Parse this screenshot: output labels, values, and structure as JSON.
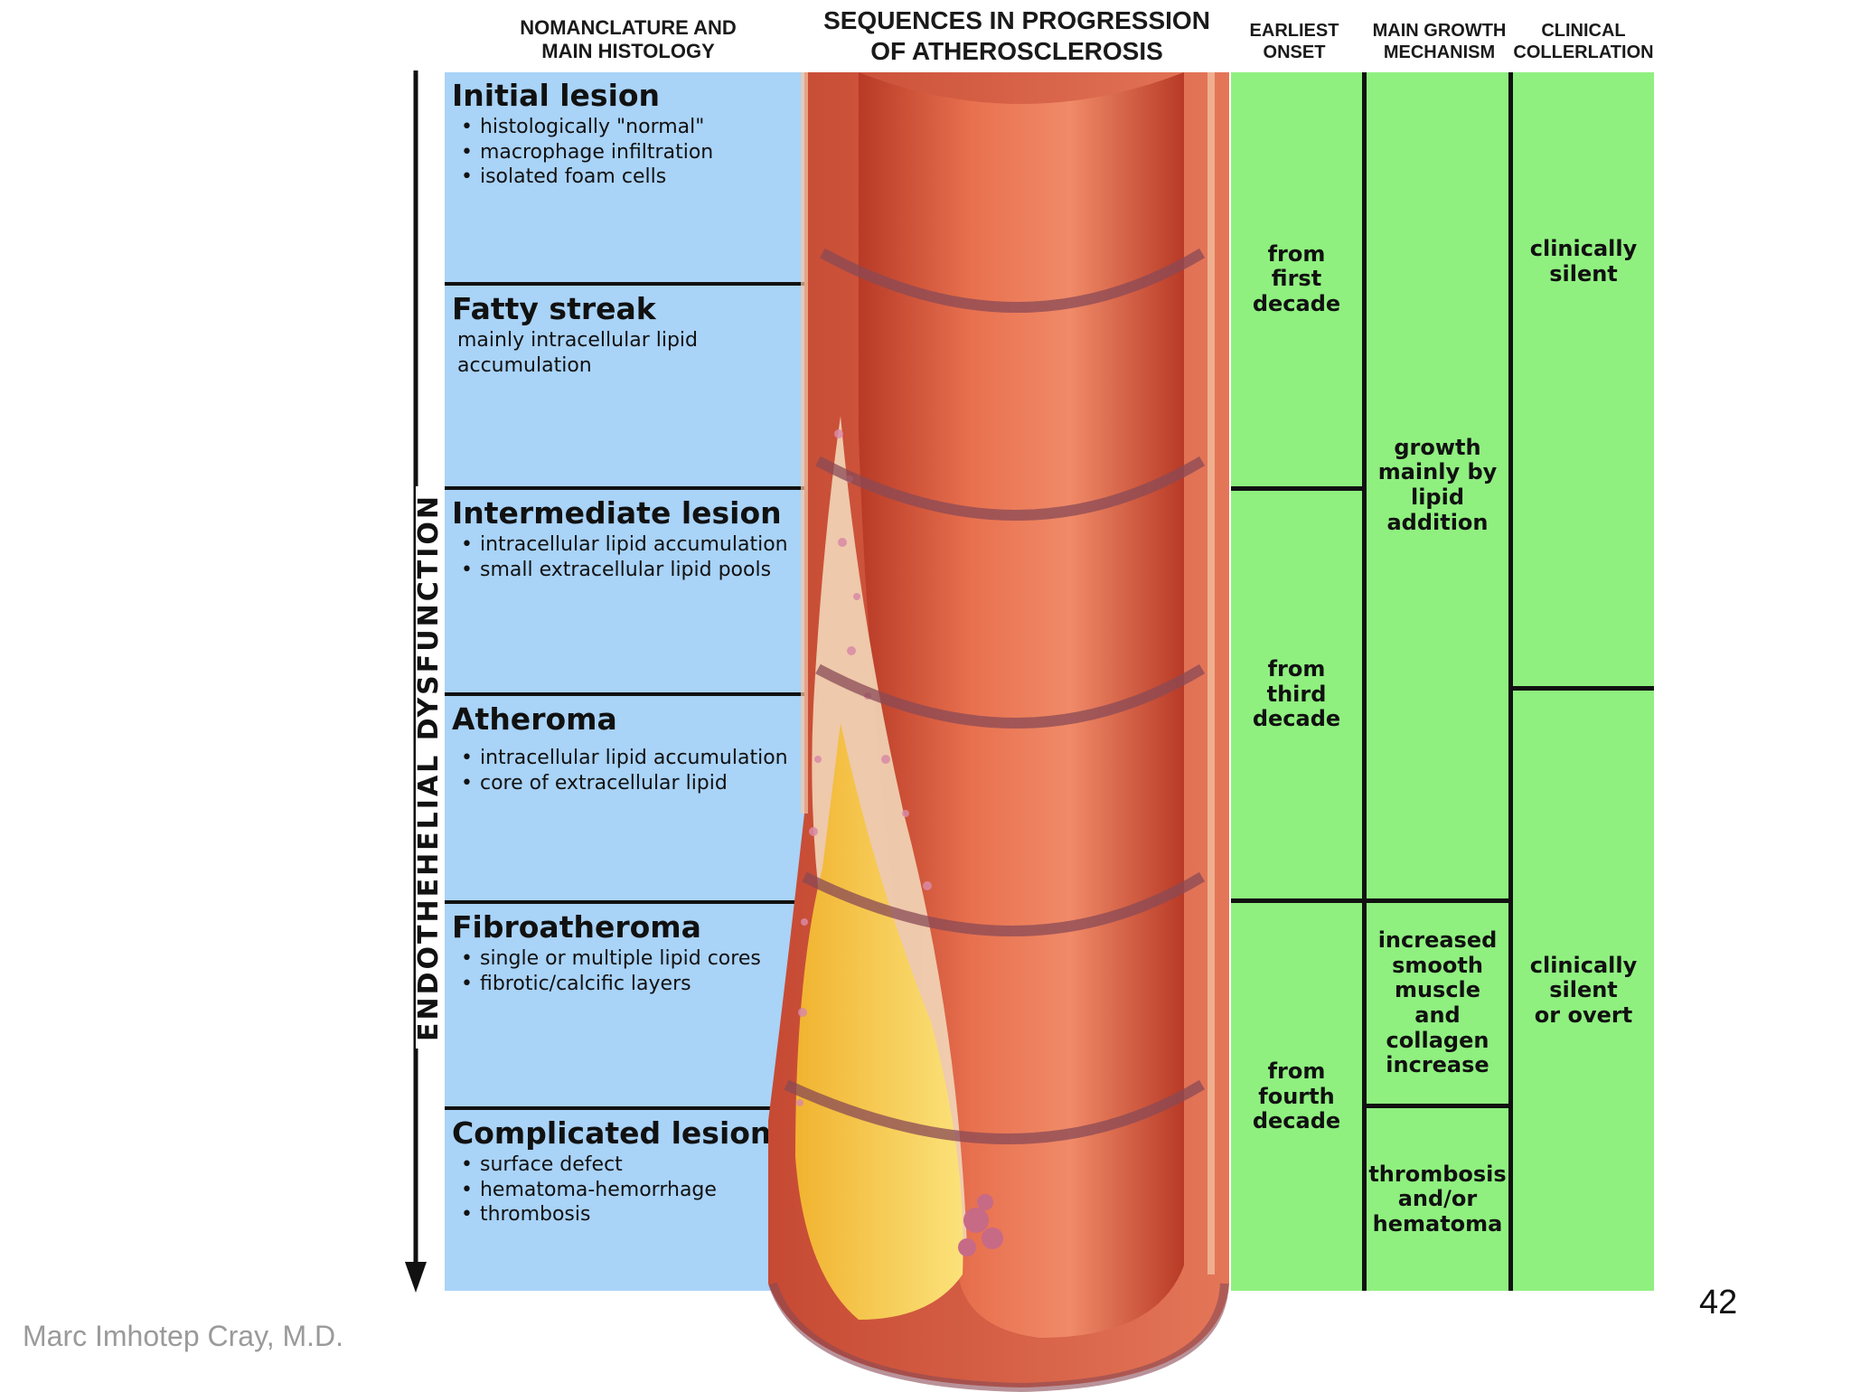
{
  "headers": {
    "nomenclature": "NOMANCLATURE AND MAIN HISTOLOGY",
    "sequences": "SEQUENCES IN PROGRESSION OF ATHEROSCLEROSIS",
    "onset": "EARLIEST ONSET",
    "growth": "MAIN GROWTH MECHANISM",
    "clinical": "CLINICAL COLLERLATION"
  },
  "side_label": "ENDOTHEHELIAL DYSFUNCTION",
  "stages": [
    {
      "title": "Initial lesion",
      "bullets": [
        "histologically \"normal\"",
        "macrophage infiltration",
        "isolated foam cells"
      ]
    },
    {
      "title": "Fatty streak",
      "text": "mainly intracellular lipid accumulation"
    },
    {
      "title": "Intermediate lesion",
      "bullets": [
        "intracellular lipid accumulation",
        "small extracellular lipid pools"
      ]
    },
    {
      "title": "Atheroma",
      "bullets": [
        "intracellular lipid accumulation",
        "core of extracellular lipid"
      ]
    },
    {
      "title": "Fibroatheroma",
      "bullets": [
        "single or multiple lipid cores",
        "fibrotic/calcific layers"
      ]
    },
    {
      "title": "Complicated lesion",
      "bullets": [
        "surface defect",
        "hematoma-hemorrhage",
        "thrombosis"
      ]
    }
  ],
  "onset": [
    "from\nfirst\ndecade",
    "from\nthird\ndecade",
    "from\nfourth\ndecade"
  ],
  "growth": [
    "growth\nmainly by\nlipid\naddition",
    "increased\nsmooth\nmuscle\nand\ncollagen\nincrease",
    "thrombosis\nand/or\nhematoma"
  ],
  "clinical": [
    "clinically\nsilent",
    "clinically\nsilent\nor overt"
  ],
  "footer": "Marc Imhotep Cray, M.D.",
  "page_number": "42",
  "colors": {
    "stage_bg": "#a9d3f7",
    "green": "#8ff07f",
    "artery_wall": "#e0644a",
    "lipid": "#f5c842"
  }
}
